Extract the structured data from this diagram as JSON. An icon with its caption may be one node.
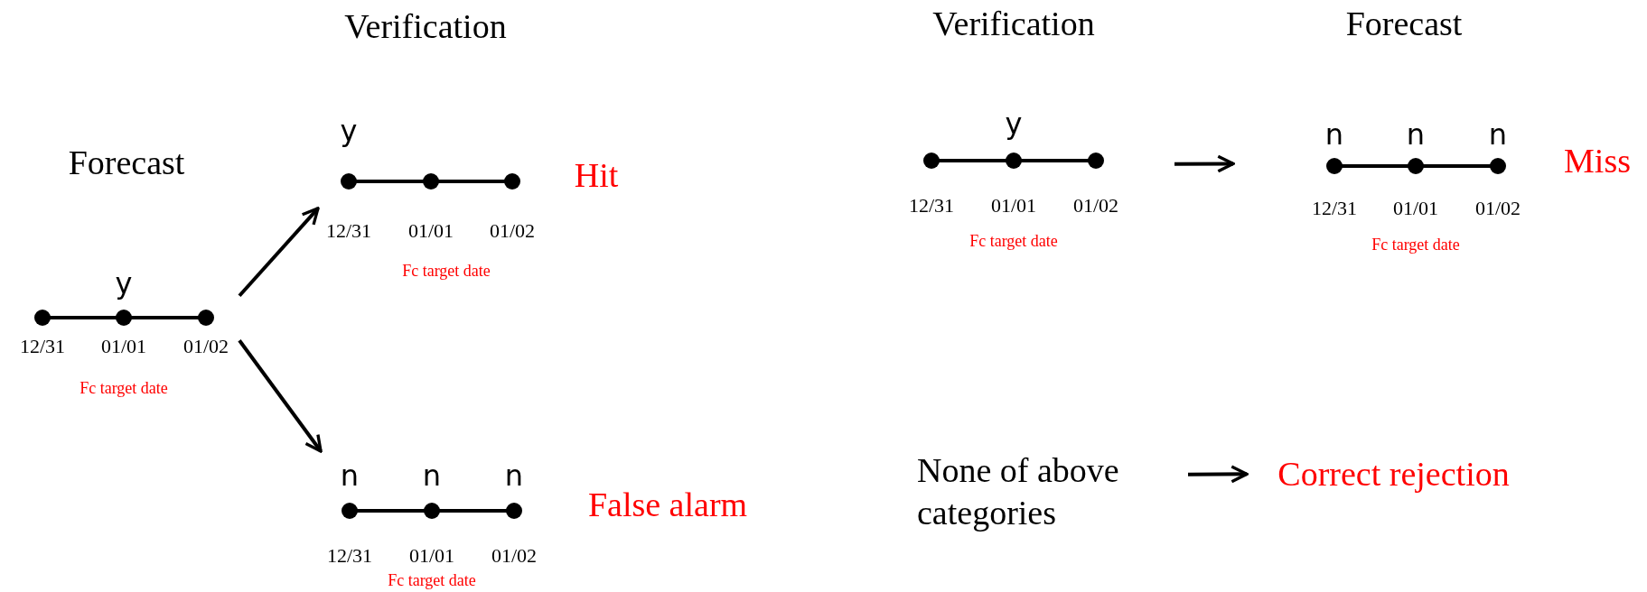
{
  "diagram": {
    "nodes": [
      {
        "text": [
          "y",
          "12/31",
          "01/01",
          "01/02",
          "Fc target date"
        ]
      },
      {
        "text": [
          "y",
          "12/31",
          "01/01",
          "01/02",
          "Fc target date"
        ],
        "beside": [
          "Hit"
        ]
      },
      {
        "text": [
          "n",
          "n",
          "n",
          "12/31",
          "01/01",
          "01/02",
          "Fc target date"
        ],
        "beside": [
          "False alarm"
        ]
      },
      {
        "text": [
          "y",
          "12/31",
          "01/01",
          "01/02",
          "Fc target date"
        ]
      },
      {
        "text": [
          "n",
          "n",
          "n",
          "12/31",
          "01/01",
          "01/02",
          "Fc target date"
        ],
        "beside": [
          "Miss"
        ]
      },
      {
        "text": [
          "None of above categories"
        ]
      },
      {
        "text": [
          "Correct rejection"
        ]
      }
    ],
    "edges": [
      {
        "from": 0,
        "to": 1,
        "arrow": "to"
      },
      {
        "from": 0,
        "to": 2,
        "arrow": "to"
      },
      {
        "from": 3,
        "to": 4,
        "arrow": "to"
      },
      {
        "from": 5,
        "to": 6,
        "arrow": "to"
      }
    ],
    "labels": [
      "Verification",
      "Verification",
      "Forecast",
      "Forecast"
    ]
  }
}
